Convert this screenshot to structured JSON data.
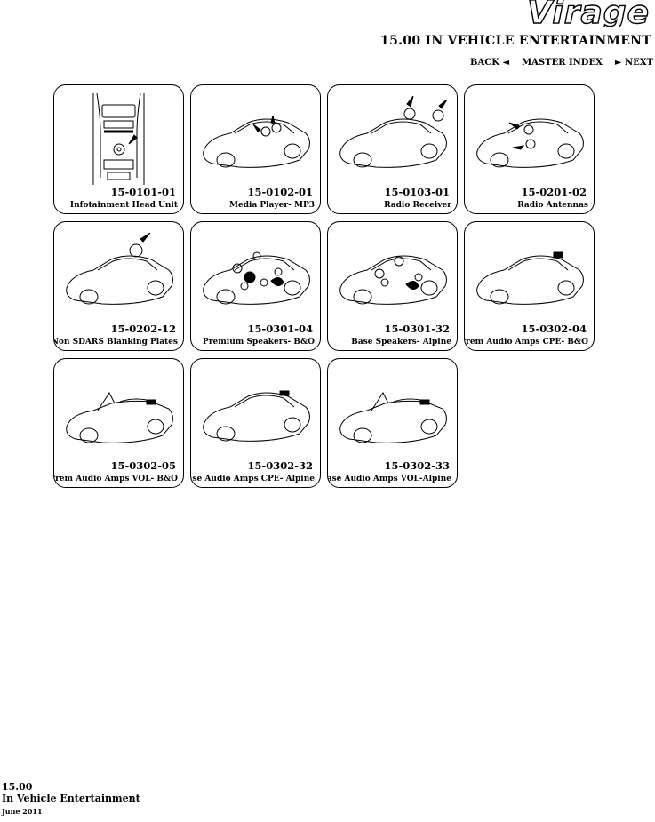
{
  "header": {
    "logo": "Virage",
    "title": "15.00 IN VEHICLE ENTERTAINMENT",
    "nav": {
      "back": "BACK ◄",
      "master": "MASTER INDEX",
      "next": "► NEXT"
    }
  },
  "tiles": [
    {
      "code": "15-0101-01",
      "label": "Infotainment Head Unit",
      "image": "dashboard-console"
    },
    {
      "code": "15-0102-01",
      "label": "Media Player- MP3",
      "image": "coupe"
    },
    {
      "code": "15-0103-01",
      "label": "Radio Receiver",
      "image": "coupe"
    },
    {
      "code": "15-0201-02",
      "label": "Radio Antennas",
      "image": "coupe"
    },
    {
      "code": "15-0202-12",
      "label": "Non SDARS Blanking Plates",
      "image": "coupe"
    },
    {
      "code": "15-0301-04",
      "label": "Premium Speakers- B&O",
      "image": "coupe"
    },
    {
      "code": "15-0301-32",
      "label": "Base Speakers- Alpine",
      "image": "coupe"
    },
    {
      "code": "15-0302-04",
      "label": "Prem Audio Amps CPE- B&O",
      "image": "coupe"
    },
    {
      "code": "15-0302-05",
      "label": "Prem Audio Amps VOL- B&O",
      "image": "convertible"
    },
    {
      "code": "15-0302-32",
      "label": "Base Audio Amps CPE- Alpine",
      "image": "coupe"
    },
    {
      "code": "15-0302-33",
      "label": "Base Audio Amps VOL-Alpine",
      "image": "convertible"
    }
  ],
  "footer": {
    "section": "15.00",
    "name": "In Vehicle Entertainment",
    "date": "June 2011"
  }
}
